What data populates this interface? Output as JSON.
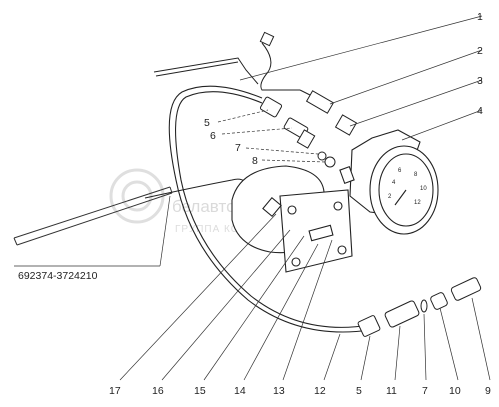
{
  "part_number": "692374-3724210",
  "watermark": {
    "brand": "белавто",
    "tagline": "ГРУППА КОМПАНИЙ"
  },
  "callouts": [
    "1",
    "2",
    "3",
    "4",
    "5",
    "6",
    "7",
    "8",
    "17",
    "16",
    "15",
    "14",
    "13",
    "12",
    "5",
    "11",
    "7",
    "10",
    "9"
  ]
}
